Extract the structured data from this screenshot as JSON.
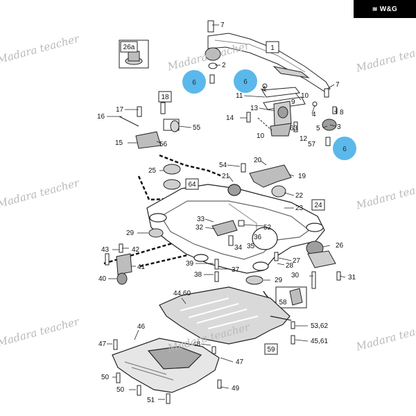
{
  "logo": {
    "text": "W&G",
    "icon": "wifi-wave-icon"
  },
  "watermark": "Madara teacher",
  "colors": {
    "highlight": "#5bb8ea",
    "line": "#222222",
    "part_fill": "#d9d9d9",
    "shade": "#a8a8a8"
  },
  "boxed_labels": {
    "b1": "1",
    "b26a": "26a",
    "b18": "18",
    "b64": "64",
    "b24": "24",
    "b58": "58",
    "b59": "59"
  },
  "highlights": {
    "h1": "6",
    "h2": "6",
    "h3": "6"
  },
  "labels": {
    "n7a": "7",
    "n2": "2",
    "n4": "4",
    "n11": "11",
    "n10a": "10",
    "n9": "9",
    "n13": "13",
    "n7b": "7",
    "n8": "8",
    "n5": "5",
    "n3": "3",
    "n14": "14",
    "n10b": "10",
    "n63": "63",
    "n12": "12",
    "n57": "57",
    "n17": "17",
    "n16": "16",
    "n55": "55",
    "n15": "15",
    "n56": "56",
    "n54": "54",
    "n20": "20",
    "n25": "25",
    "n21": "21",
    "n19": "19",
    "n22": "22",
    "n23": "23",
    "n33": "33",
    "n32": "32",
    "n52": "52",
    "n36": "36",
    "n34": "34",
    "n35": "35",
    "n29a": "29",
    "n43": "43",
    "n42": "42",
    "n41": "41",
    "n40": "40",
    "n39": "39",
    "n37": "37",
    "n38": "38",
    "n27": "27",
    "n28": "28",
    "n26": "26",
    "n29b": "29",
    "n30": "30",
    "n31": "31",
    "n4460": "44,60",
    "n46": "46",
    "n5362": "53,62",
    "n4561": "45,61",
    "n47a": "47",
    "n48": "48",
    "n47b": "47",
    "n50a": "50",
    "n50b": "50",
    "n49": "49",
    "n51": "51"
  }
}
